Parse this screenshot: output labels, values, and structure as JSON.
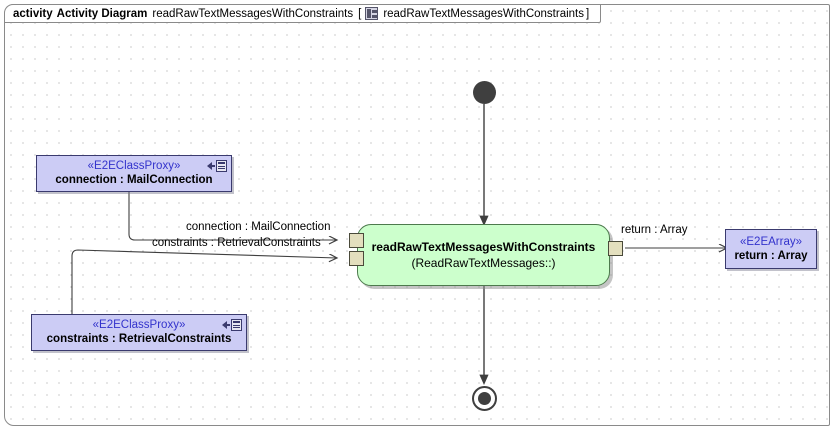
{
  "frame": {
    "kind": "activity",
    "type": "Activity Diagram",
    "name": "readRawTextMessagesWithConstraints",
    "bracket_open": "[",
    "icon": "activity-diagram-icon",
    "reference": "readRawTextMessagesWithConstraints",
    "bracket_close": "]"
  },
  "nodes": {
    "initial": {
      "name": "initial-node"
    },
    "final": {
      "name": "activity-final-node"
    },
    "action": {
      "name": "readRawTextMessagesWithConstraints",
      "qualifier": "(ReadRawTextMessages::)",
      "fill": "#ccffcc",
      "stroke": "#4d7a4d"
    },
    "input_object_1": {
      "stereotype": "«E2EClassProxy»",
      "label": "connection : MailConnection",
      "fill": "#ccccf5",
      "stroke": "#3a3a6e"
    },
    "input_object_2": {
      "stereotype": "«E2EClassProxy»",
      "label": "constraints : RetrievalConstraints",
      "fill": "#ccccf5",
      "stroke": "#3a3a6e"
    },
    "output_object": {
      "stereotype": "«E2EArray»",
      "label": "return : Array",
      "fill": "#ccccf5",
      "stroke": "#3a3a6e"
    }
  },
  "pins": {
    "input_pin_1": "connection",
    "input_pin_2": "constraints",
    "output_pin": "return",
    "fill": "#e3dfbe"
  },
  "edges": {
    "connection_label": "connection : MailConnection",
    "constraints_label": "constraints : RetrievalConstraints",
    "return_label": "return : Array"
  }
}
